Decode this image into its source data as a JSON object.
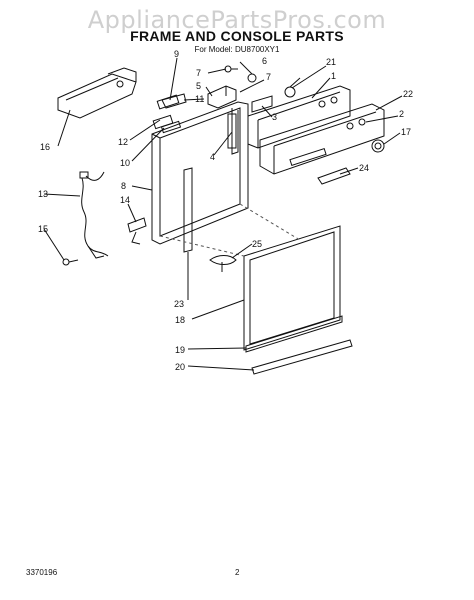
{
  "watermark": "AppliancePartsPros.com",
  "title": "FRAME AND CONSOLE PARTS",
  "subtitle": "For Model: DU8700XY1",
  "footer": {
    "doc_code": "3370196",
    "page_number": "2"
  },
  "callouts": [
    "9",
    "6",
    "7",
    "5",
    "7",
    "11",
    "21",
    "1",
    "3",
    "22",
    "2",
    "12",
    "17",
    "10",
    "4",
    "24",
    "16",
    "8",
    "13",
    "14",
    "15",
    "25",
    "23",
    "18",
    "19",
    "20"
  ]
}
